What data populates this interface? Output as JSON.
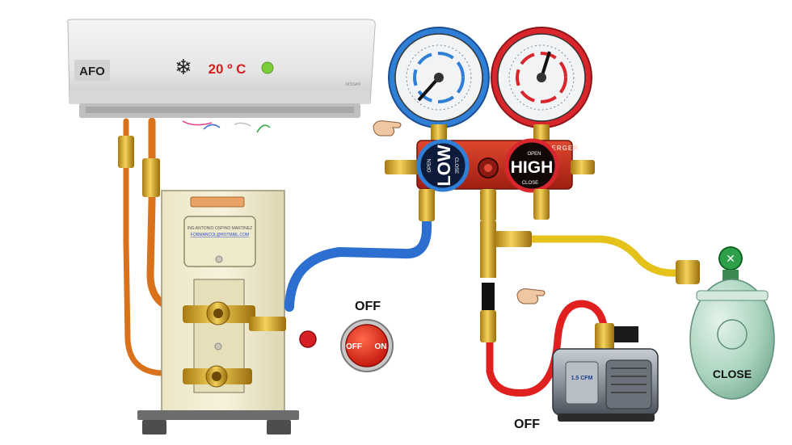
{
  "indoor_unit": {
    "label": "AFO",
    "temperature": "20 º C",
    "snow_icon": "snowflake-icon",
    "status_led_color": "#7ccc3a",
    "badge_text": "NISSAN"
  },
  "outdoor_unit": {
    "credit_line": "ING ANTONIO OSPINO MARTINEZ",
    "credit_email": "FORMANCOL@HOTMAIL.COM"
  },
  "manifold": {
    "brand": "ROTHENBERGER",
    "low_label": "LOW",
    "high_label": "HIGH",
    "open_label": "OPEN",
    "close_label": "CLOSE",
    "low_gauge_color": "#2f7fd6",
    "high_gauge_color": "#d9262c"
  },
  "switch": {
    "status": "OFF",
    "off_label": "OFF",
    "on_label": "ON"
  },
  "vacuum_pump": {
    "status": "OFF",
    "model": "1.5 CFM"
  },
  "refrigerant_tank": {
    "valve_status": "CLOSE"
  },
  "hose_colors": {
    "low": "#2d6fd1",
    "charge": "#e5c21a",
    "vacuum": "#e01f1f",
    "copper": "#d9721b"
  }
}
